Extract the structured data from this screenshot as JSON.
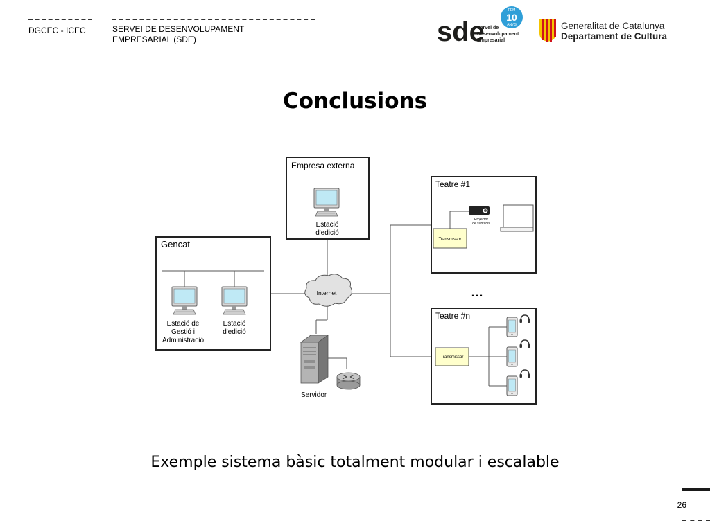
{
  "header": {
    "left_label": "DGCEC - ICEC",
    "center_label_line1": "SERVEI DE DESENVOLUPAMENT",
    "center_label_line2": "EMPRESARIAL (SDE)",
    "sde_logo": {
      "mark": "sde",
      "line1": "Servei de",
      "line2": "Desenvolupament",
      "line3": "Empresarial",
      "badge_top": "FEM",
      "badge_num": "10",
      "badge_bottom": "ANYS"
    },
    "gencat_logo": {
      "line1": "Generalitat de Catalunya",
      "line2": "Departament de Cultura"
    }
  },
  "slide": {
    "title": "Conclusions",
    "subtitle": "Exemple sistema bàsic totalment modular i escalable",
    "page_number": "26"
  },
  "diagram": {
    "empresa_title": "Empresa externa",
    "empresa_station_line1": "Estació",
    "empresa_station_line2": "d'edició",
    "gencat_title": "Gencat",
    "gestio_line1": "Estació de",
    "gestio_line2": "Gestió i",
    "gestio_line3": "Administració",
    "edicio_line1": "Estació",
    "edicio_line2": "d'edició",
    "internet_label": "Internet",
    "servidor_label": "Servidor",
    "teatre1_title": "Teatre #1",
    "teatre1_transmissor": "Transmissor",
    "projector_line1": "Projector",
    "projector_line2": "de subtítols",
    "ellipsis": "...",
    "teatren_title": "Teatre #n",
    "teatren_transmissor": "Transmissor"
  }
}
